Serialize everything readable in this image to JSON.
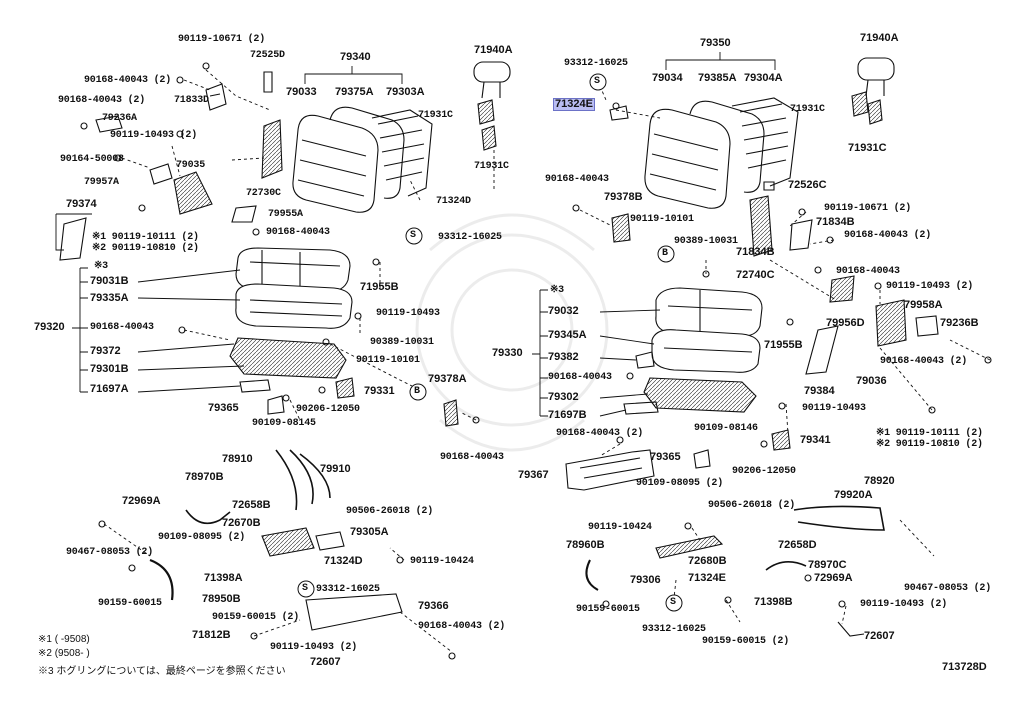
{
  "diagram": {
    "catalog_code": "713728D",
    "notes": [
      "※1 (     -9508)",
      "※2 (9508-     )",
      "※3  ホグリングについては、最終ページを参照ください"
    ],
    "left_parts": {
      "l90119_10671": "90119-10671 (2)",
      "l72525d": "72525D",
      "l79340": "79340",
      "l71940a": "71940A",
      "l90168_40043_2a": "90168-40043 (2)",
      "l90168_40043_2b": "90168-40043 (2)",
      "l71833d": "71833D",
      "l79033": "79033",
      "l79375a": "79375A",
      "l79303a": "79303A",
      "l79236a": "79236A",
      "l71931c_a": "71931C",
      "l90119_10493_2": "90119-10493 (2)",
      "l90164_50008": "90164-50008",
      "l79035": "79035",
      "l71931c_b": "71931C",
      "l79957a": "79957A",
      "l72730c": "72730C",
      "l71324d": "71324D",
      "l79374": "79374",
      "l79955a": "79955A",
      "l90119_10111": "※1 90119-10111 (2)",
      "l90119_10810": "※2 90119-10810 (2)",
      "l90168_40043_c": "90168-40043",
      "l93312_16025": "93312-16025",
      "l3mark": "※3",
      "l79031b": "79031B",
      "l79335a": "79335A",
      "l71955b": "71955B",
      "l79320": "79320",
      "l90168_40043_d": "90168-40043",
      "l90119_10493": "90119-10493",
      "l79372": "79372",
      "l90389_10031": "90389-10031",
      "l79301b": "79301B",
      "l90119_10101": "90119-10101",
      "l79378a": "79378A",
      "l71697a": "71697A",
      "l79331": "79331",
      "l79365": "79365",
      "l90206_12050": "90206-12050",
      "l90109_08145": "90109-08145",
      "l90168_40043_e": "90168-40043",
      "l78910": "78910",
      "l79910": "79910",
      "l78970b": "78970B",
      "l72969a": "72969A",
      "l72658b": "72658B",
      "l90506_26018": "90506-26018 (2)",
      "l72670b": "72670B",
      "l90109_08095": "90109-08095 (2)",
      "l79305a": "79305A",
      "l90467_08053": "90467-08053 (2)",
      "l71324d_b": "71324D",
      "l90119_10424": "90119-10424",
      "l71398a": "71398A",
      "l93312_16025b": "93312-16025",
      "l90159_60015a": "90159-60015",
      "l78950b": "78950B",
      "l90159_60015_2": "90159-60015 (2)",
      "l79366": "79366",
      "l71812b": "71812B",
      "l90168_40043_2c": "90168-40043 (2)",
      "l90119_10493_2b": "90119-10493 (2)",
      "l72607": "72607"
    },
    "right_parts": {
      "r79350": "79350",
      "r71940a": "71940A",
      "r93312_16025": "93312-16025",
      "r79034": "79034",
      "r79385a": "79385A",
      "r79304a": "79304A",
      "r71324e": "71324E",
      "r71931c_a": "71931C",
      "r71931c_b": "71931C",
      "r90168_40043": "90168-40043",
      "r72526c": "72526C",
      "r79378b": "79378B",
      "r90119_10671": "90119-10671 (2)",
      "r90119_10101": "90119-10101",
      "r90389_10031": "90389-10031",
      "r71834b": "71834B",
      "r90168_40043_2": "90168-40043 (2)",
      "r72740c": "72740C",
      "r90168_40043_b": "90168-40043",
      "r90119_10493_2": "90119-10493 (2)",
      "r3mark": "※3",
      "r79958a": "79958A",
      "r79032": "79032",
      "r79236b": "79236B",
      "r79956d": "79956D",
      "r79345a": "79345A",
      "r79330": "79330",
      "r71955b": "71955B",
      "r79382": "79382",
      "r90168_40043_2b": "90168-40043 (2)",
      "r90168_40043_c": "90168-40043",
      "r79036": "79036",
      "r79384": "79384",
      "r79302": "79302",
      "r90119_10493": "90119-10493",
      "r71697b": "71697B",
      "r90168_40043_2c": "90168-40043 (2)",
      "r90109_08146": "90109-08146",
      "r90119_10111": "※1 90119-10111 (2)",
      "r90119_10810": "※2 90119-10810 (2)",
      "r79341": "79341",
      "r79365": "79365",
      "r90206_12050": "90206-12050",
      "r79367": "79367",
      "r90109_08095": "90109-08095 (2)",
      "r78920": "78920",
      "r79920a": "79920A",
      "r90506_26018": "90506-26018 (2)",
      "r90119_10424": "90119-10424",
      "r78960b": "78960B",
      "r72680b": "72680B",
      "r72658d": "72658D",
      "r79306": "79306",
      "r71324e_b": "71324E",
      "r78970c": "78970C",
      "r72969a": "72969A",
      "r90467_08053": "90467-08053 (2)",
      "r90159_60015": "90159-60015",
      "r71398b": "71398B",
      "r90119_10493_2b": "90119-10493 (2)",
      "r93312_16025b": "93312-16025",
      "r90159_60015_2": "90159-60015 (2)",
      "r72607": "72607"
    },
    "connectors": {
      "b": "B",
      "s": "S"
    },
    "highlight_color": "#b9bdf2"
  }
}
